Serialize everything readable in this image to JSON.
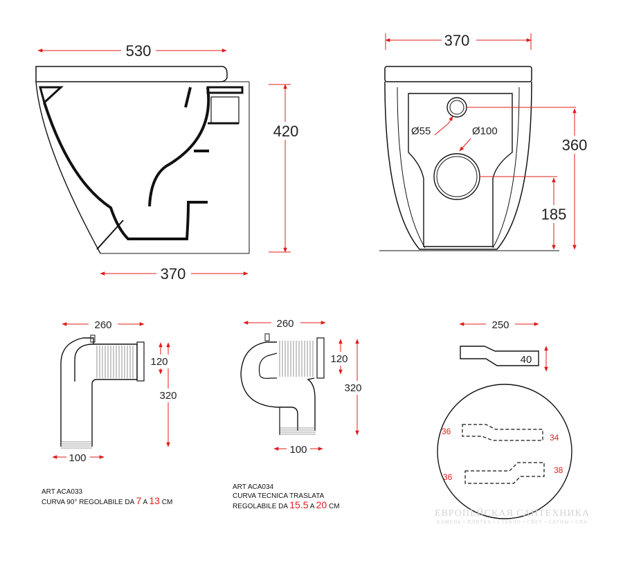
{
  "side_view": {
    "width_top": "530",
    "width_bottom": "370",
    "height": "420"
  },
  "back_view": {
    "width": "370",
    "outlet_height": "360",
    "drain_height": "185",
    "small_hole_diameter": "Ø55",
    "large_hole_diameter": "Ø100"
  },
  "pipe_aca033": {
    "top_width": "260",
    "upper_height": "120",
    "total_height": "320",
    "bottom_width": "100",
    "caption_line1": "ART ACA033",
    "caption_prefix": "CURVA 90° REGOLABILE DA ",
    "range_from": "7",
    "range_sep": " A ",
    "range_to": "13",
    "unit": " CM"
  },
  "pipe_aca034": {
    "top_width": "260",
    "upper_height": "120",
    "total_height": "320",
    "bottom_width": "100",
    "caption_line1": "ART ACA034",
    "caption_line2": "CURVA TECNICA TRASLATA",
    "caption_prefix": "REGOLABILE DA ",
    "range_from": "15.5",
    "range_sep": " A ",
    "range_to": "20",
    "unit": " CM"
  },
  "offset_adapter": {
    "width": "250",
    "height": "40",
    "detail_top_left": "36",
    "detail_top_right": "34",
    "detail_bottom_left": "36",
    "detail_bottom_right": "38"
  },
  "watermark": {
    "line1": "ЕВРОПЕЙСКАЯ САНТЕХНИКА",
    "line2": "КАМЕНЬ • ПЛИТКА • СТЕКЛО • СВЕТ • САУНЫ • СПА"
  },
  "colors": {
    "dimension_line": "#e31b1b",
    "drawing": "#111111"
  }
}
